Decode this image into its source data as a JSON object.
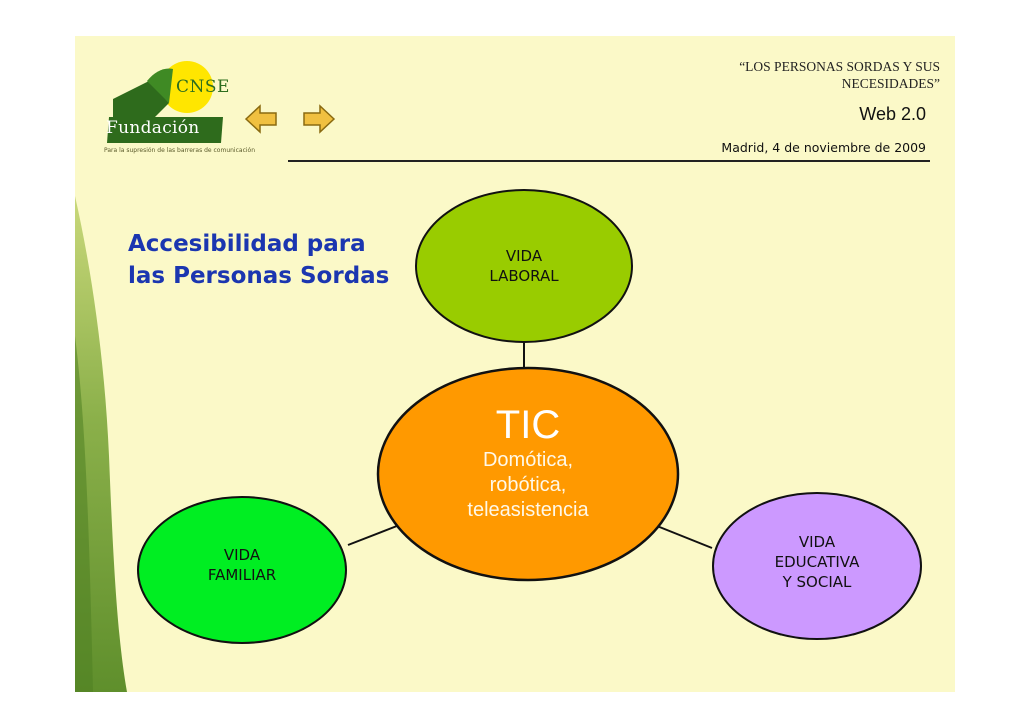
{
  "logo": {
    "badge_text": "CNSE",
    "org_name": "Fundación",
    "tagline": "Para la supresión de las barreras de comunicación"
  },
  "header": {
    "quote": "“LOS PERSONAS SORDAS  Y SUS NECESIDADES”",
    "subtitle": "Web 2.0",
    "date": "Madrid, 4 de noviembre de 2009"
  },
  "nav": {
    "prev_icon": "left-arrow-icon",
    "next_icon": "right-arrow-icon"
  },
  "title": "Accesibilidad para las Personas Sordas",
  "diagram": {
    "center": {
      "title": "TIC",
      "lines": [
        "Domótica,",
        "robótica,",
        "teleasistencia"
      ],
      "color": "#ff9900"
    },
    "nodes": [
      {
        "lines": [
          "VIDA",
          "LABORAL"
        ],
        "color": "#99cc00"
      },
      {
        "lines": [
          "VIDA",
          "FAMILIAR"
        ],
        "color": "#00ee22"
      },
      {
        "lines": [
          "VIDA",
          "EDUCATIVA",
          "Y SOCIAL"
        ],
        "color": "#cc99ff"
      }
    ]
  }
}
